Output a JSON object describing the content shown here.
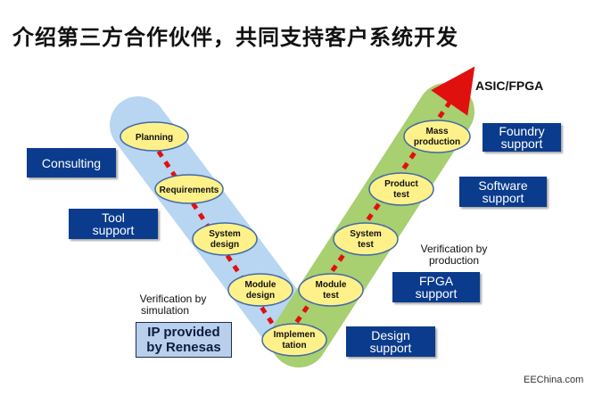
{
  "title": "介绍第三方合作伙伴，共同支持客户系统开发",
  "target_label": "ASIC/FPGA",
  "watermark": "EEChina.com",
  "colors": {
    "left_band": "#b8d6f2",
    "right_band": "#a8cf70",
    "stage_fill": "#fff18a",
    "stage_border": "#3f6aa8",
    "box_fill": "#0b3b8c",
    "arrow": "#e0100f"
  },
  "stages": {
    "planning": "Planning",
    "requirements": "Requirements",
    "system_design": [
      "System",
      "design"
    ],
    "module_design": [
      "Module",
      "design"
    ],
    "implementation": [
      "Implemen",
      "tation"
    ],
    "module_test": [
      "Module",
      "test"
    ],
    "system_test": [
      "System",
      "test"
    ],
    "product_test": [
      "Product",
      "test"
    ],
    "mass_production": [
      "Mass",
      "production"
    ]
  },
  "support_boxes": {
    "consulting": "Consulting",
    "tool_support": [
      "Tool",
      "support"
    ],
    "foundry_support": [
      "Foundry",
      "support"
    ],
    "software_support": [
      "Software",
      "support"
    ],
    "fpga_support": [
      "FPGA",
      "support"
    ],
    "design_support": [
      "Design",
      "support"
    ]
  },
  "ip_box": [
    "IP provided",
    "by Renesas"
  ],
  "notes": {
    "verification_simulation": [
      "Verification by",
      "simulation"
    ],
    "verification_production": [
      "Verification by",
      "production"
    ]
  }
}
